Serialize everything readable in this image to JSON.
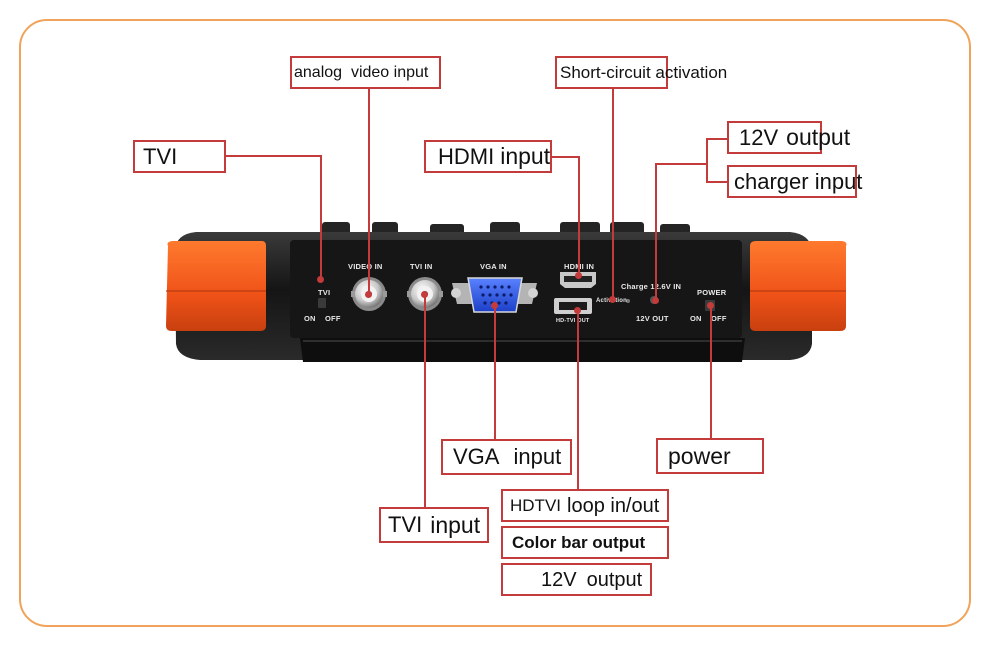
{
  "labels": {
    "analog_video_input": "analog  video input",
    "short_circuit": "Short-circuit activation",
    "tvi": "TVI",
    "hdmi_input_a": "HDMI",
    "hdmi_input_b": "input",
    "out12v_a": "12V",
    "out12v_b": "output",
    "charger_input": "charger input",
    "vga_input_a": "VGA",
    "vga_input_b": "input",
    "power": "power",
    "tvi_input_a": "TVI",
    "tvi_input_b": "input",
    "hdtvi_loop_a": "HDTVI",
    "hdtvi_loop_b": "loop in/out",
    "color_bar_output": "Color bar output",
    "out12v_bottom_a": "12V",
    "out12v_bottom_b": "output"
  },
  "panel_print": {
    "video_in": "VIDEO IN",
    "tvi_in": "TVI IN",
    "vga_in": "VGA IN",
    "hdmi_in": "HDMI IN",
    "charge": "Charge 12.6V IN",
    "activation": "Activation",
    "hd_tvi_out": "HD-TVI OUT",
    "out_12v": "12V OUT",
    "power": "POWER",
    "tvi_switch": "TVI",
    "on": "ON",
    "off": "OFF",
    "on2": "ON",
    "off2": "OFF"
  },
  "colors": {
    "frame": "#f0a35a",
    "leader": "#c33b3b",
    "bumper": "#f05a1e",
    "body": "#1e1e1e"
  }
}
